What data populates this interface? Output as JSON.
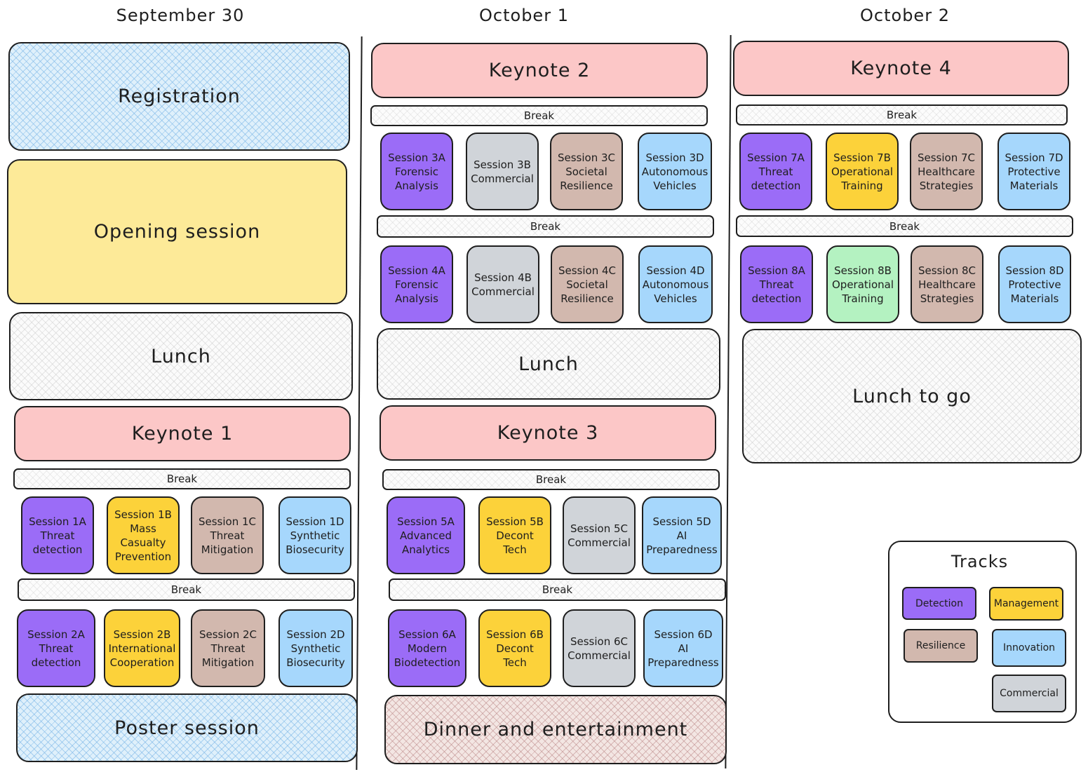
{
  "days": [
    "September 30",
    "October 1",
    "October 2"
  ],
  "day1": {
    "registration": "Registration",
    "opening": "Opening session",
    "lunch": "Lunch",
    "keynote": "Keynote 1",
    "break1": "Break",
    "sessions1": [
      {
        "lines": [
          "Session 1A",
          "Threat",
          "detection"
        ],
        "track": "purple"
      },
      {
        "lines": [
          "Session 1B",
          "Mass",
          "Casualty",
          "Prevention"
        ],
        "track": "yellow"
      },
      {
        "lines": [
          "Session 1C",
          "Threat",
          "Mitigation"
        ],
        "track": "brown"
      },
      {
        "lines": [
          "Session 1D",
          "Synthetic",
          "Biosecurity"
        ],
        "track": "blue"
      }
    ],
    "break2": "Break",
    "sessions2": [
      {
        "lines": [
          "Session 2A",
          "Threat",
          "detection"
        ],
        "track": "purple"
      },
      {
        "lines": [
          "Session 2B",
          "International",
          "Cooperation"
        ],
        "track": "yellow"
      },
      {
        "lines": [
          "Session 2C",
          "Threat",
          "Mitigation"
        ],
        "track": "brown"
      },
      {
        "lines": [
          "Session 2D",
          "Synthetic",
          "Biosecurity"
        ],
        "track": "blue"
      }
    ],
    "poster": "Poster session"
  },
  "day2": {
    "keynote2": "Keynote 2",
    "break1": "Break",
    "sessions3": [
      {
        "lines": [
          "Session 3A",
          "Forensic",
          "Analysis"
        ],
        "track": "purple"
      },
      {
        "lines": [
          "Session 3B",
          "Commercial"
        ],
        "track": "grey"
      },
      {
        "lines": [
          "Session 3C",
          "Societal",
          "Resilience"
        ],
        "track": "brown"
      },
      {
        "lines": [
          "Session 3D",
          "Autonomous",
          "Vehicles"
        ],
        "track": "blue"
      }
    ],
    "break2": "Break",
    "sessions4": [
      {
        "lines": [
          "Session 4A",
          "Forensic",
          "Analysis"
        ],
        "track": "purple"
      },
      {
        "lines": [
          "Session 4B",
          "Commercial"
        ],
        "track": "grey"
      },
      {
        "lines": [
          "Session 4C",
          "Societal",
          "Resilience"
        ],
        "track": "brown"
      },
      {
        "lines": [
          "Session 4D",
          "Autonomous",
          "Vehicles"
        ],
        "track": "blue"
      }
    ],
    "lunch": "Lunch",
    "keynote3": "Keynote 3",
    "break3": "Break",
    "sessions5": [
      {
        "lines": [
          "Session 5A",
          "Advanced",
          "Analytics"
        ],
        "track": "purple"
      },
      {
        "lines": [
          "Session 5B",
          "Decont",
          "Tech"
        ],
        "track": "yellow"
      },
      {
        "lines": [
          "Session 5C",
          "Commercial"
        ],
        "track": "grey"
      },
      {
        "lines": [
          "Session 5D",
          "AI",
          "Preparedness"
        ],
        "track": "blue"
      }
    ],
    "break4": "Break",
    "sessions6": [
      {
        "lines": [
          "Session 6A",
          "Modern",
          "Biodetection"
        ],
        "track": "purple"
      },
      {
        "lines": [
          "Session 6B",
          "Decont",
          "Tech"
        ],
        "track": "yellow"
      },
      {
        "lines": [
          "Session 6C",
          "Commercial"
        ],
        "track": "grey"
      },
      {
        "lines": [
          "Session 6D",
          "AI",
          "Preparedness"
        ],
        "track": "blue"
      }
    ],
    "dinner": "Dinner and entertainment"
  },
  "day3": {
    "keynote4": "Keynote 4",
    "break1": "Break",
    "sessions7": [
      {
        "lines": [
          "Session 7A",
          "Threat",
          "detection"
        ],
        "track": "purple"
      },
      {
        "lines": [
          "Session 7B",
          "Operational",
          "Training"
        ],
        "track": "yellow"
      },
      {
        "lines": [
          "Session 7C",
          "Healthcare",
          "Strategies"
        ],
        "track": "brown"
      },
      {
        "lines": [
          "Session 7D",
          "Protective",
          "Materials"
        ],
        "track": "blue"
      }
    ],
    "break2": "Break",
    "sessions8": [
      {
        "lines": [
          "Session 8A",
          "Threat",
          "detection"
        ],
        "track": "purple"
      },
      {
        "lines": [
          "Session 8B",
          "Operational",
          "Training"
        ],
        "track": "green"
      },
      {
        "lines": [
          "Session 8C",
          "Healthcare",
          "Strategies"
        ],
        "track": "brown"
      },
      {
        "lines": [
          "Session 8D",
          "Protective",
          "Materials"
        ],
        "track": "blue"
      }
    ],
    "lunch": "Lunch to go"
  },
  "legend": {
    "title": "Tracks",
    "items": [
      {
        "label": "Detection",
        "track": "purple"
      },
      {
        "label": "Management",
        "track": "yellow"
      },
      {
        "label": "Resilience",
        "track": "brown"
      },
      {
        "label": "Innovation",
        "track": "blue"
      },
      {
        "label": "Commercial",
        "track": "grey"
      }
    ]
  },
  "colors": {
    "purple": "#9b6cf7",
    "yellow": "#fcd23a",
    "brown": "#d2b8ae",
    "blue": "#a6d7fc",
    "grey": "#d0d4d9",
    "green": "#b4f2c1",
    "keynote": "#fcc7c7",
    "opening": "#fdea98"
  }
}
